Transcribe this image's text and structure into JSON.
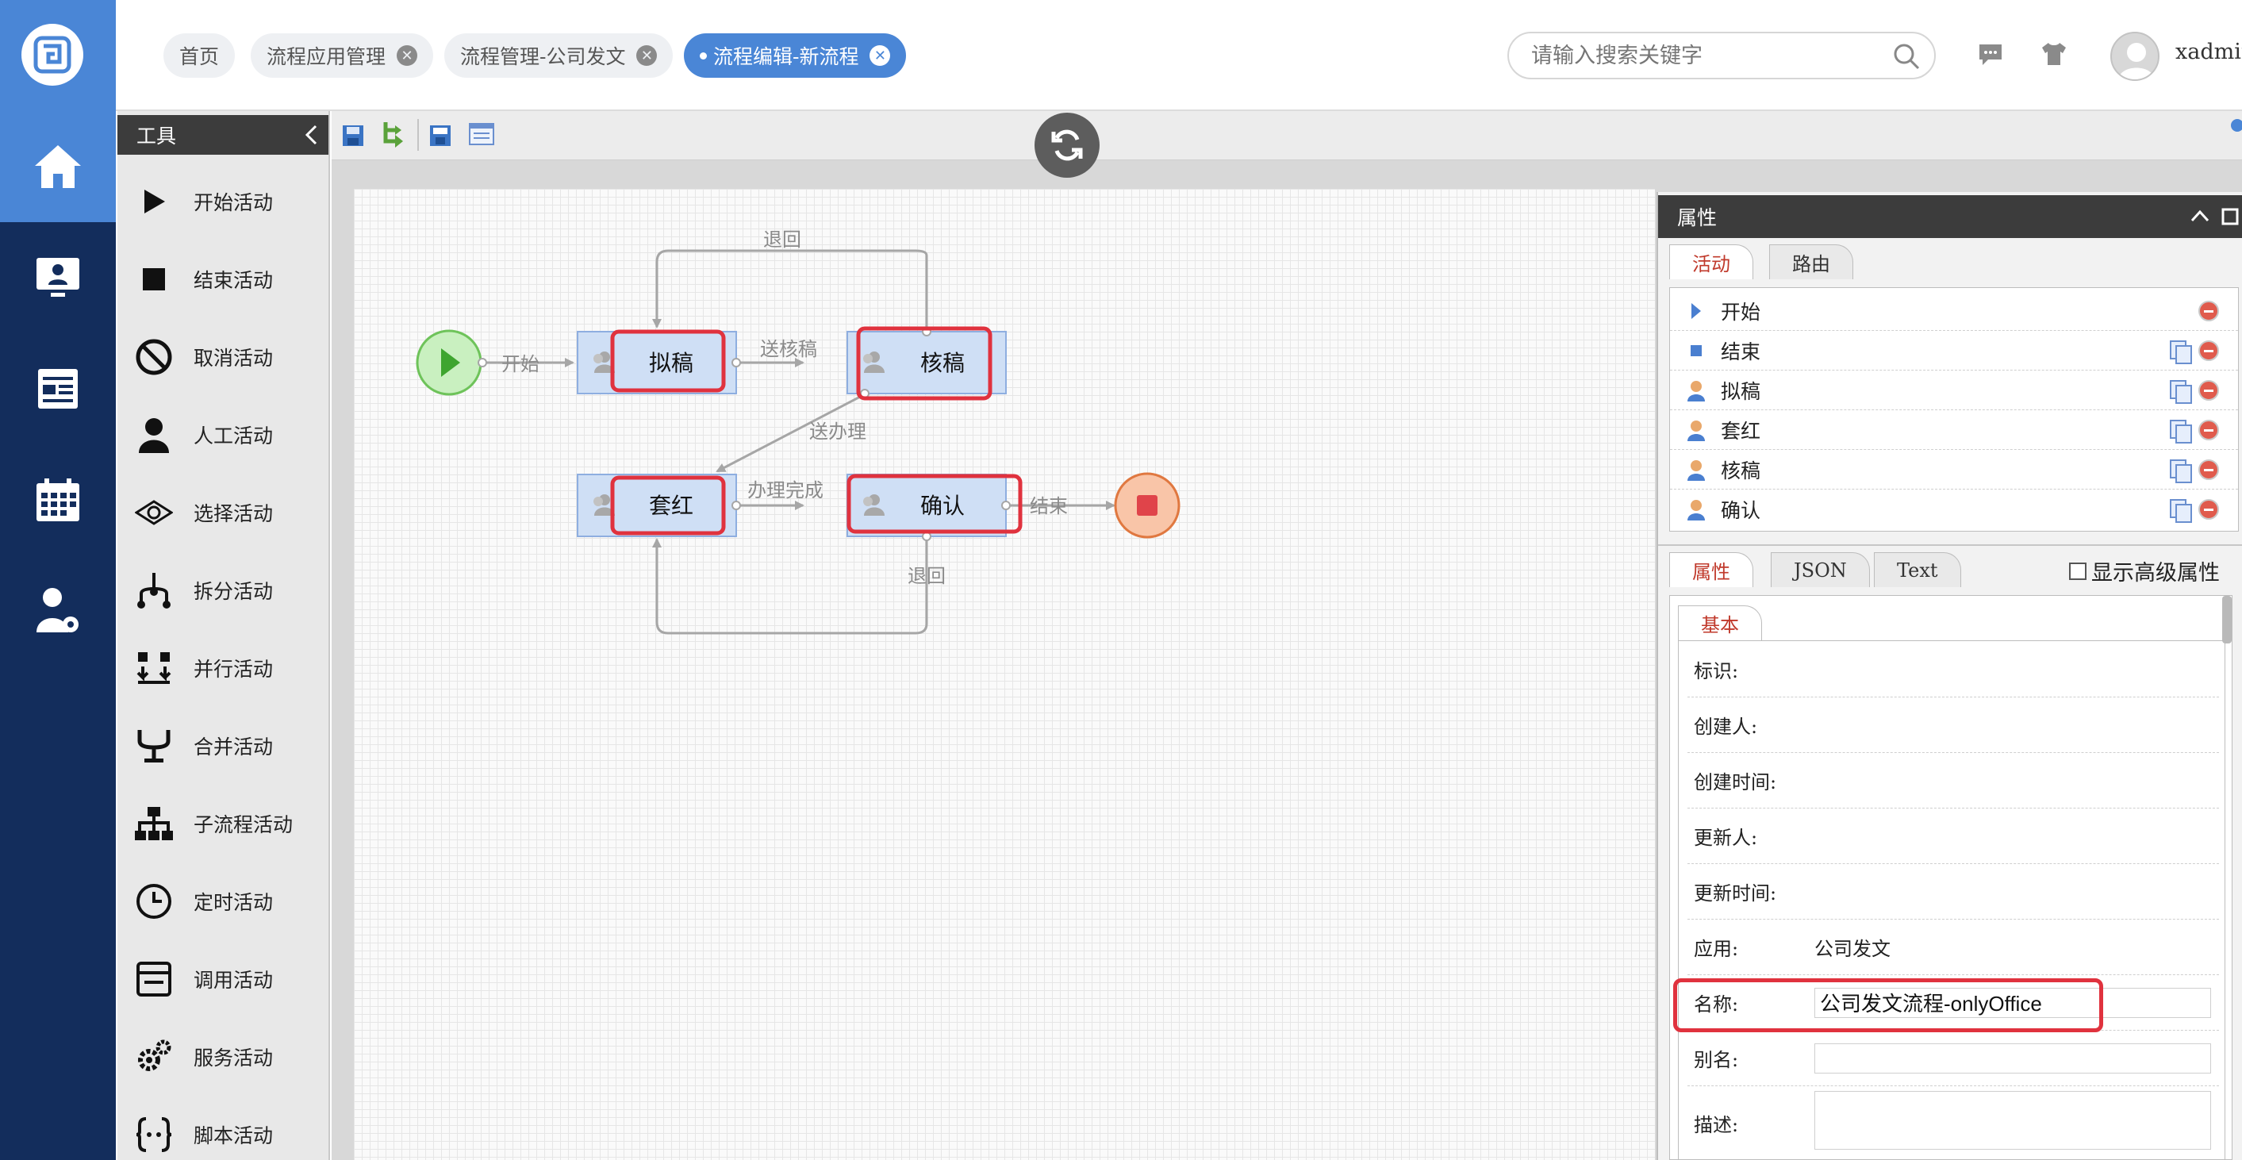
{
  "header": {
    "tabs": [
      {
        "label": "首页",
        "closable": false,
        "active": false
      },
      {
        "label": "流程应用管理",
        "closable": true,
        "active": false
      },
      {
        "label": "流程管理-公司发文",
        "closable": true,
        "active": false
      },
      {
        "label": "流程编辑-新流程",
        "closable": true,
        "active": true
      }
    ],
    "search_placeholder": "请输入搜索关键字",
    "username": "xadmin"
  },
  "toolbox": {
    "title": "工具",
    "items": [
      "开始活动",
      "结束活动",
      "取消活动",
      "人工活动",
      "选择活动",
      "拆分活动",
      "并行活动",
      "合并活动",
      "子流程活动",
      "定时活动",
      "调用活动",
      "服务活动",
      "脚本活动"
    ]
  },
  "flow": {
    "nodes": {
      "draft": "拟稿",
      "review": "核稿",
      "redhead": "套红",
      "confirm": "确认"
    },
    "edges": {
      "start": "开始",
      "send_review": "送核稿",
      "back1": "退回",
      "send_handle": "送办理",
      "handle_done": "办理完成",
      "end": "结束",
      "back2": "退回"
    }
  },
  "properties": {
    "title": "属性",
    "top_tabs": [
      "活动",
      "路由"
    ],
    "activities": [
      {
        "label": "开始",
        "icon": "start-triangle-icon"
      },
      {
        "label": "结束",
        "icon": "end-square-icon"
      },
      {
        "label": "拟稿",
        "icon": "user-icon"
      },
      {
        "label": "套红",
        "icon": "user-icon"
      },
      {
        "label": "核稿",
        "icon": "user-icon"
      },
      {
        "label": "确认",
        "icon": "user-icon"
      }
    ],
    "bottom_tabs": [
      "属性",
      "JSON",
      "Text"
    ],
    "advanced_label": "显示高级属性",
    "section_tab": "基本",
    "fields": {
      "id_label": "标识:",
      "creator_label": "创建人:",
      "created_label": "创建时间:",
      "updater_label": "更新人:",
      "updated_label": "更新时间:",
      "app_label": "应用:",
      "app_value": "公司发文",
      "name_label": "名称:",
      "name_value": "公司发文流程-onlyOffice",
      "alias_label": "别名:",
      "desc_label": "描述:"
    }
  }
}
